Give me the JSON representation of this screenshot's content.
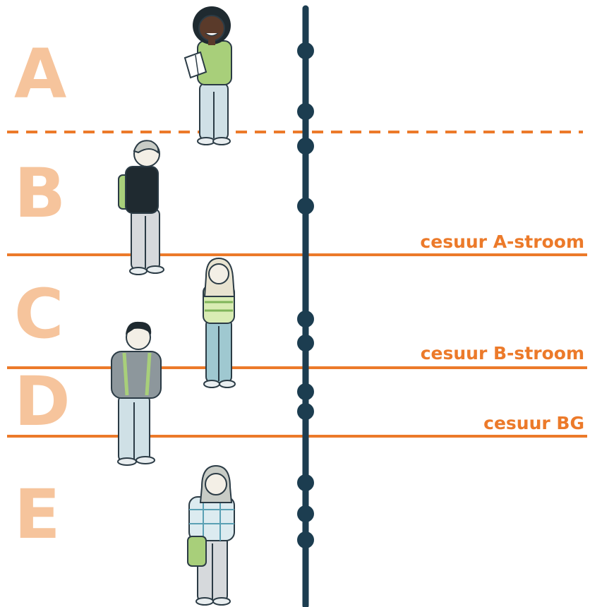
{
  "zones": [
    {
      "letter": "A"
    },
    {
      "letter": "B"
    },
    {
      "letter": "C"
    },
    {
      "letter": "D"
    },
    {
      "letter": "E"
    }
  ],
  "cesuren": [
    {
      "label": "cesuur A-stroom"
    },
    {
      "label": "cesuur B-stroom"
    },
    {
      "label": "cesuur BG"
    }
  ],
  "colors": {
    "line": "#ec7a2a",
    "letter": "#f6c49c",
    "axis": "#1c3d50"
  }
}
